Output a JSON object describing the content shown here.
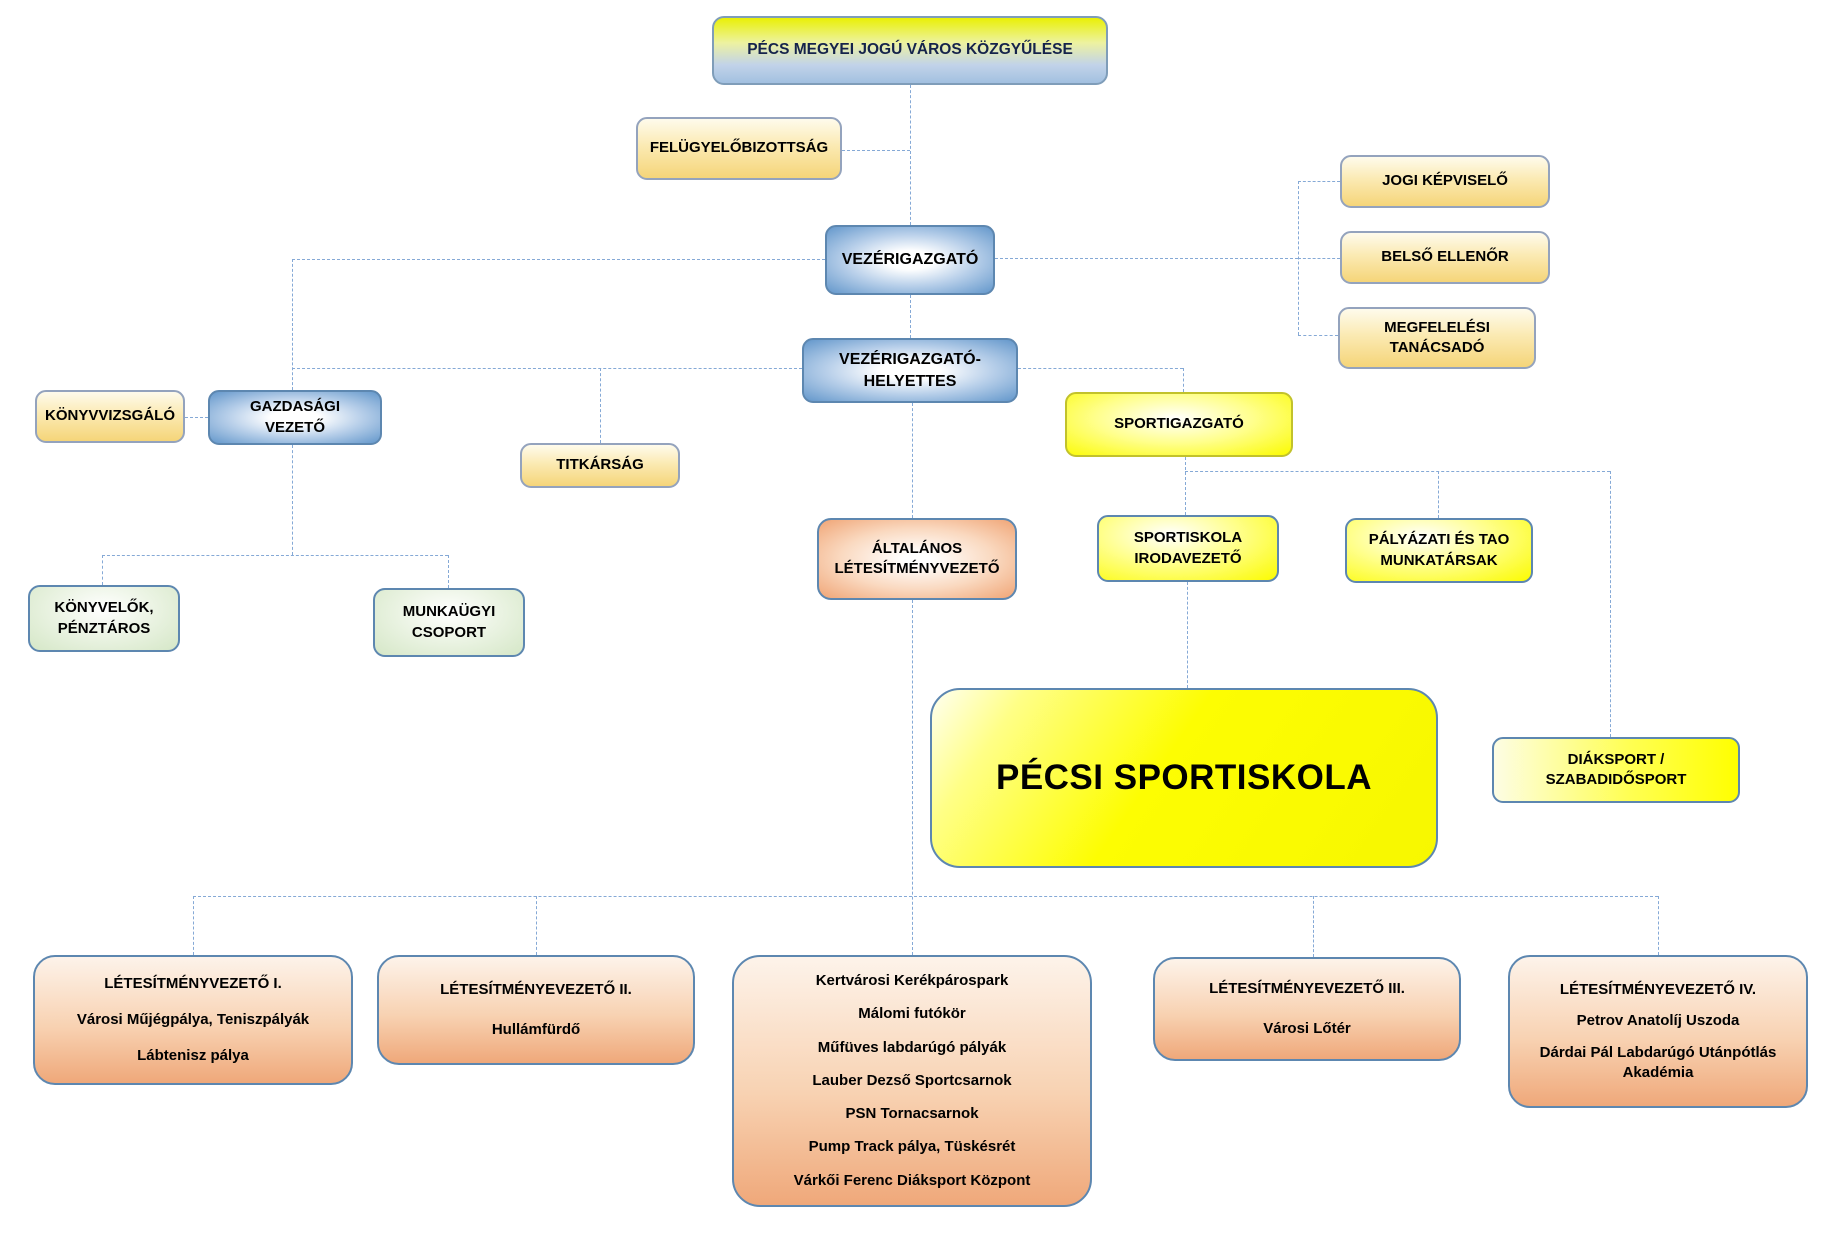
{
  "meta": {
    "description_visible": "Organizational chart",
    "colors": {
      "connector_dashed": "#85a9d6",
      "node_border_blue": "#5d87b0",
      "node_border_gray": "#94a3bd",
      "accent_yellow": "#ffff00",
      "accent_blue": "#6397cb",
      "accent_gold": "#f5d579",
      "accent_orange": "#efa87a",
      "accent_green": "#d5e7c7",
      "top_gradient_yellow": "#e9f005",
      "top_gradient_blue": "#a2c0e0"
    }
  },
  "nodes": {
    "kozgyules": {
      "label": "PÉCS MEGYEI JOGÚ VÁROS KÖZGYŰLÉSE"
    },
    "felugyelobizottsag": {
      "label": "FELÜGYELŐBIZOTTSÁG"
    },
    "jogi_kepviselo": {
      "label": "JOGI KÉPVISELŐ"
    },
    "belso_ellenor": {
      "label": "BELSŐ ELLENŐR"
    },
    "megfelelesi_tanacsado": {
      "lines": [
        "MEGFELELÉSI",
        "TANÁCSADÓ"
      ]
    },
    "vezerigazgato": {
      "label": "VEZÉRIGAZGATÓ"
    },
    "vezerigazgato_helyettes": {
      "lines": [
        "VEZÉRIGAZGATÓ-",
        "HELYETTES"
      ]
    },
    "konyvvizsgalo": {
      "label": "KÖNYVVIZSGÁLÓ"
    },
    "gazdasagi_vezeto": {
      "label": "GAZDASÁGI VEZETŐ"
    },
    "titkarsag": {
      "label": "TITKÁRSÁG"
    },
    "sportigazgato": {
      "label": "SPORTIGAZGATÓ"
    },
    "altalanos_letesitmenyvezeto": {
      "lines": [
        "ÁLTALÁNOS",
        "LÉTESÍTMÉNYVEZETŐ"
      ]
    },
    "sportiskola_irodavezeto": {
      "lines": [
        "SPORTISKOLA",
        "IRODAVEZETŐ"
      ]
    },
    "palyazati_tao": {
      "lines": [
        "PÁLYÁZATI ÉS TAO",
        "MUNKATÁRSAK"
      ]
    },
    "konyvelok_penztaros": {
      "lines": [
        "KÖNYVELŐK,",
        "PÉNZTÁROS"
      ]
    },
    "munkaugyi_csoport": {
      "lines": [
        "MUNKAÜGYI",
        "CSOPORT"
      ]
    },
    "pecsi_sportiskola": {
      "label": "PÉCSI SPORTISKOLA"
    },
    "diaksport": {
      "lines": [
        "DIÁKSPORT /",
        "SZABADIDŐSPORT"
      ]
    },
    "letesitmenyvezeto_1": {
      "title": "LÉTESÍTMÉNYVEZETŐ I.",
      "items": [
        "Városi Műjégpálya, Teniszpályák",
        "Lábtenisz pálya"
      ]
    },
    "letesitmenyvezeto_2": {
      "title": "LÉTESÍTMÉNYEVEZETŐ II.",
      "items": [
        "Hullámfürdő"
      ]
    },
    "telephelyek": {
      "items": [
        "Kertvárosi Kerékpárospark",
        "Málomi futókör",
        "Műfüves labdarúgó pályák",
        "Lauber Dezső Sportcsarnok",
        "PSN Tornacsarnok",
        "Pump Track pálya, Tüskésrét",
        "Várkői Ferenc Diáksport Központ"
      ]
    },
    "letesitmenyvezeto_3": {
      "title": "LÉTESÍTMÉNYEVEZETŐ III.",
      "items": [
        "Városi Lőtér"
      ]
    },
    "letesitmenyvezeto_4": {
      "title": "LÉTESÍTMÉNYEVEZETŐ IV.",
      "items": [
        "Petrov Anatolíj Uszoda",
        "Dárdai Pál Labdarúgó Utánpótlás Akadémia"
      ]
    }
  }
}
